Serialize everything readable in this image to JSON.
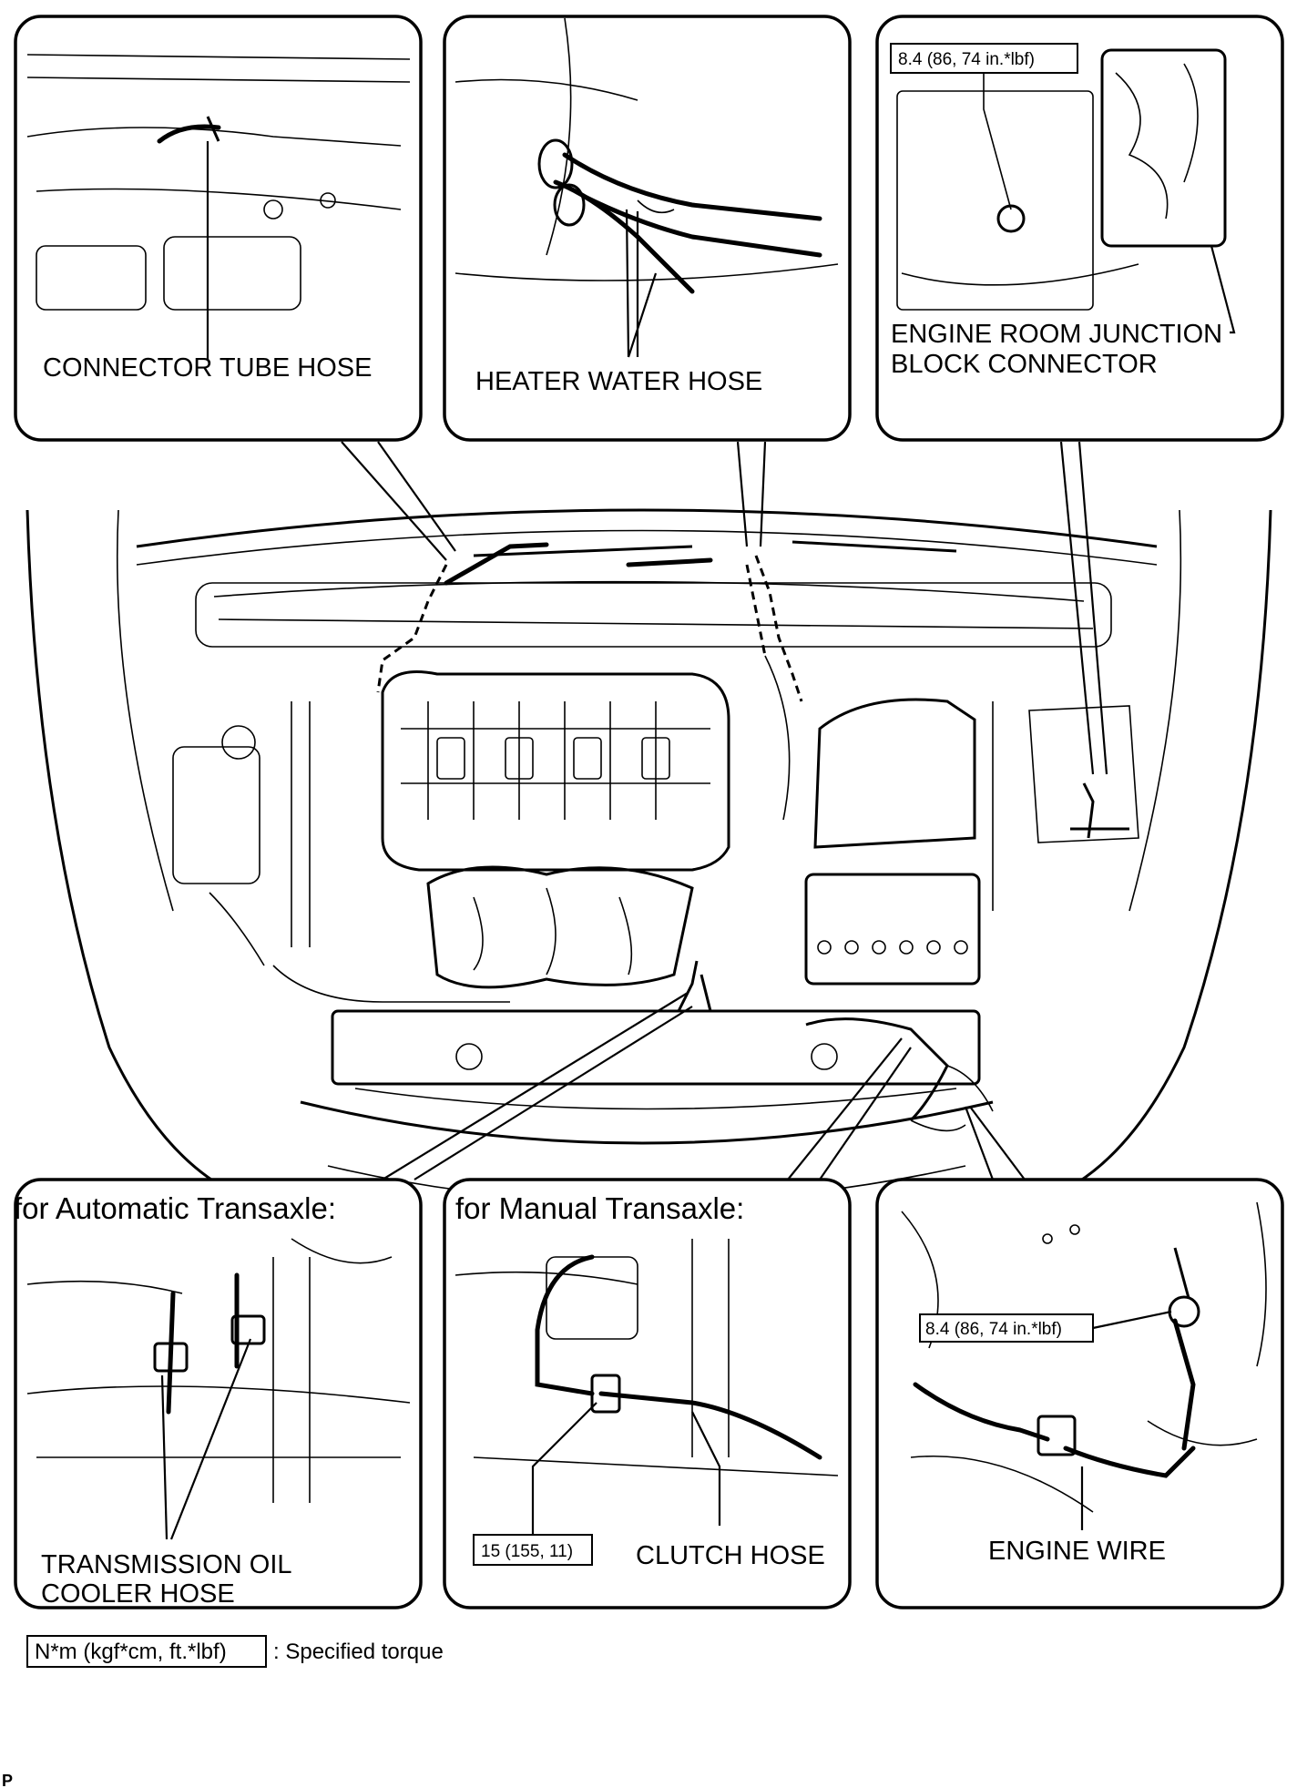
{
  "labels": {
    "connector_tube_hose": "CONNECTOR TUBE HOSE",
    "heater_water_hose": "HEATER WATER HOSE",
    "engine_room_junction_line1": "ENGINE ROOM JUNCTION",
    "engine_room_junction_line2": "BLOCK CONNECTOR",
    "transmission_oil_line1": "TRANSMISSION OIL",
    "transmission_oil_line2": "COOLER HOSE",
    "clutch_hose": "CLUTCH HOSE",
    "engine_wire": "ENGINE WIRE"
  },
  "titles": {
    "automatic": "for Automatic Transaxle:",
    "manual": "for Manual Transaxle:"
  },
  "torques": {
    "junction_block": "8.4 (86, 74 in.*lbf)",
    "engine_wire": "8.4 (86, 74 in.*lbf)",
    "clutch_hose": "15 (155, 11)"
  },
  "legend": {
    "unit": "N*m (kgf*cm, ft.*lbf)",
    "text": ": Specified torque"
  },
  "corner_mark": "P"
}
